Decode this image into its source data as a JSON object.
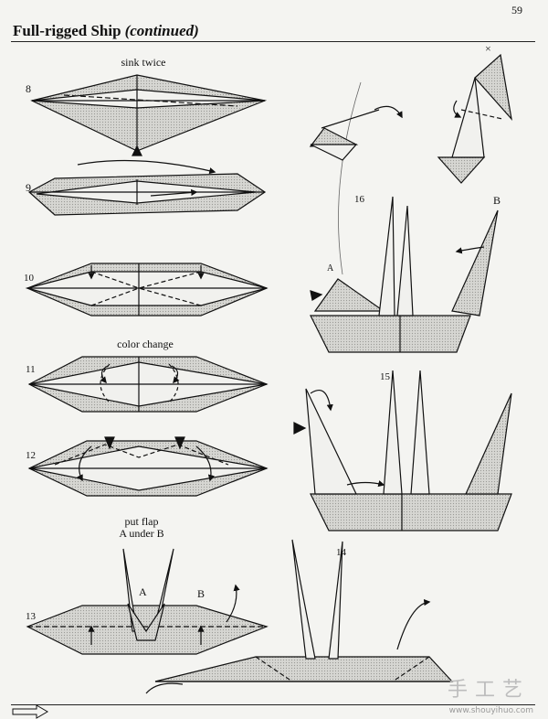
{
  "page": {
    "number": "59",
    "title": "Full-rigged Ship",
    "title_suffix": "(continued)"
  },
  "steps": [
    {
      "id": "8",
      "caption": "sink twice"
    },
    {
      "id": "9",
      "caption": ""
    },
    {
      "id": "10",
      "caption": ""
    },
    {
      "id": "11",
      "caption": "color change"
    },
    {
      "id": "12",
      "caption": ""
    },
    {
      "id": "13",
      "caption_line1": "put flap",
      "caption_line2": "A under B"
    },
    {
      "id": "14",
      "caption": ""
    },
    {
      "id": "15",
      "caption": ""
    },
    {
      "id": "16",
      "caption": ""
    }
  ],
  "flap_labels": {
    "a": "A",
    "b": "B",
    "x_mark": "×"
  },
  "watermark": {
    "brand": "手工艺",
    "url": "www.shouyihuo.com"
  },
  "colors": {
    "paper": "#f4f4f1",
    "shade": "#cfcfcf",
    "ink": "#111111"
  }
}
